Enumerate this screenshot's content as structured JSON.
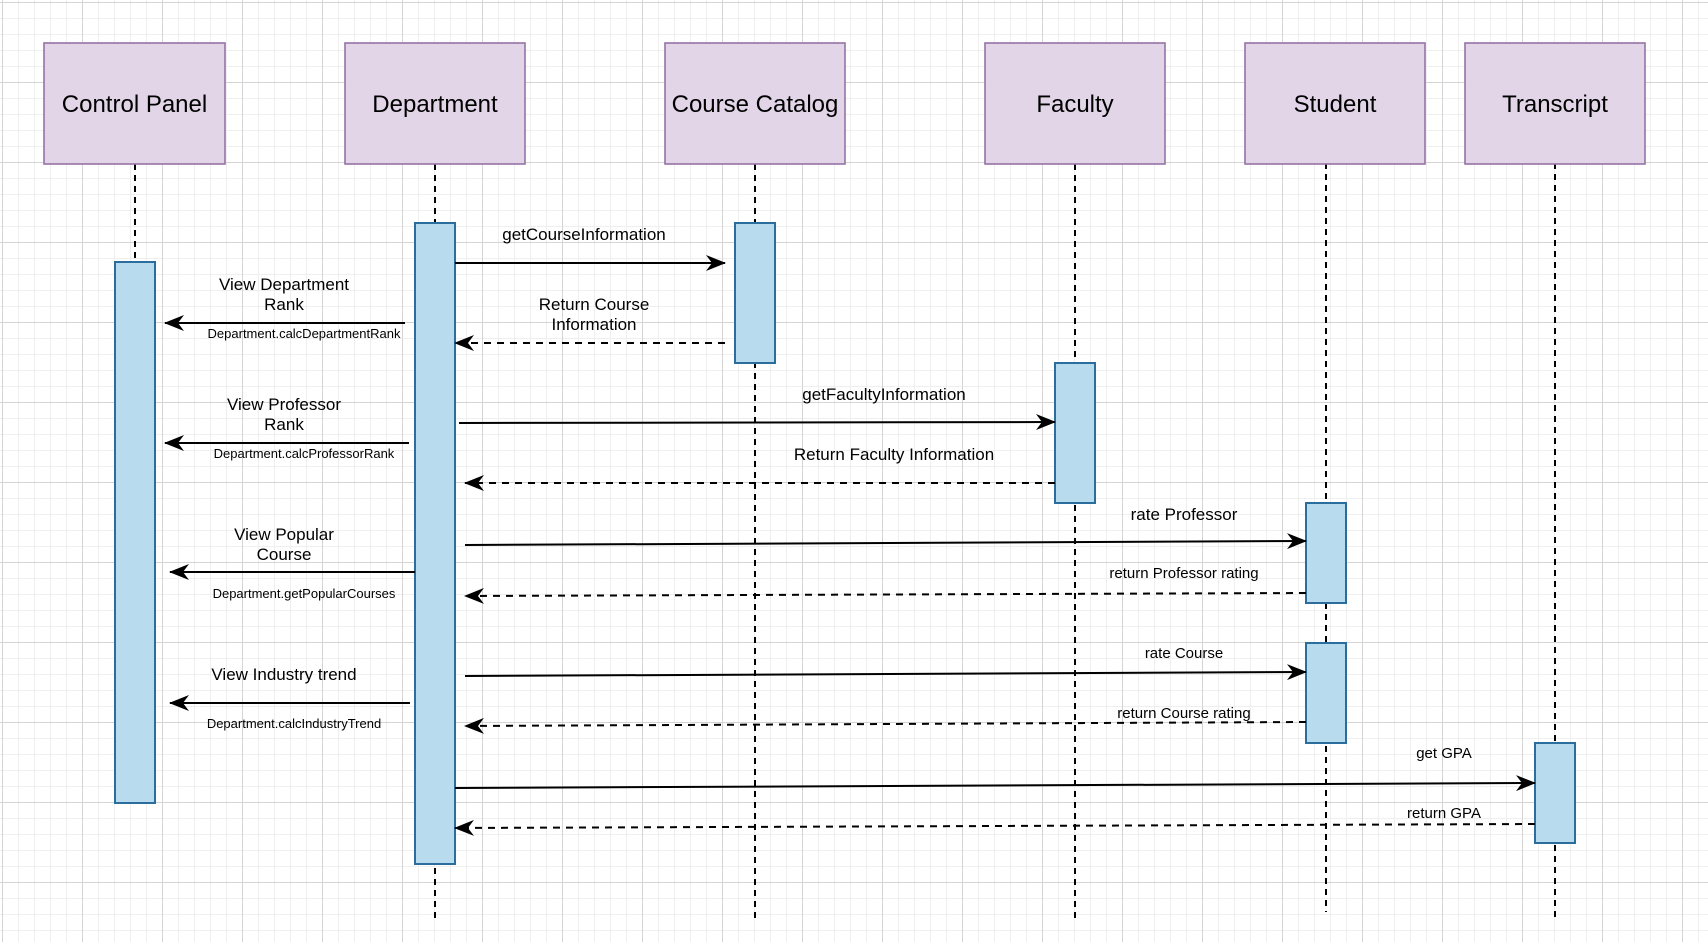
{
  "participants": [
    {
      "id": "control-panel",
      "name": "Control Panel"
    },
    {
      "id": "department",
      "name": "Department"
    },
    {
      "id": "course-catalog",
      "name": "Course Catalog"
    },
    {
      "id": "faculty",
      "name": "Faculty"
    },
    {
      "id": "student",
      "name": "Student"
    },
    {
      "id": "transcript",
      "name": "Transcript"
    }
  ],
  "messages": {
    "get_course_information": "getCourseInformation",
    "return_course_information": [
      "Return Course",
      "Information"
    ],
    "get_faculty_information": "getFacultyInformation",
    "return_faculty_information": "Return Faculty Information",
    "rate_professor": "rate Professor",
    "return_professor_rating": "return Professor rating",
    "rate_course": "rate Course",
    "return_course_rating": "return Course rating",
    "get_gpa": "get GPA",
    "return_gpa": "return GPA",
    "view_department_rank": [
      "View Department",
      "Rank"
    ],
    "calc_department_rank": "Department.calcDepartmentRank",
    "view_professor_rank": [
      "View Professor",
      "Rank"
    ],
    "calc_professor_rank": "Department.calcProfessorRank",
    "view_popular_course": [
      "View Popular",
      "Course"
    ],
    "get_popular_courses": "Department.getPopularCourses",
    "view_industry_trend": "View Industry trend",
    "calc_industry_trend": "Department.calcIndustryTrend"
  }
}
